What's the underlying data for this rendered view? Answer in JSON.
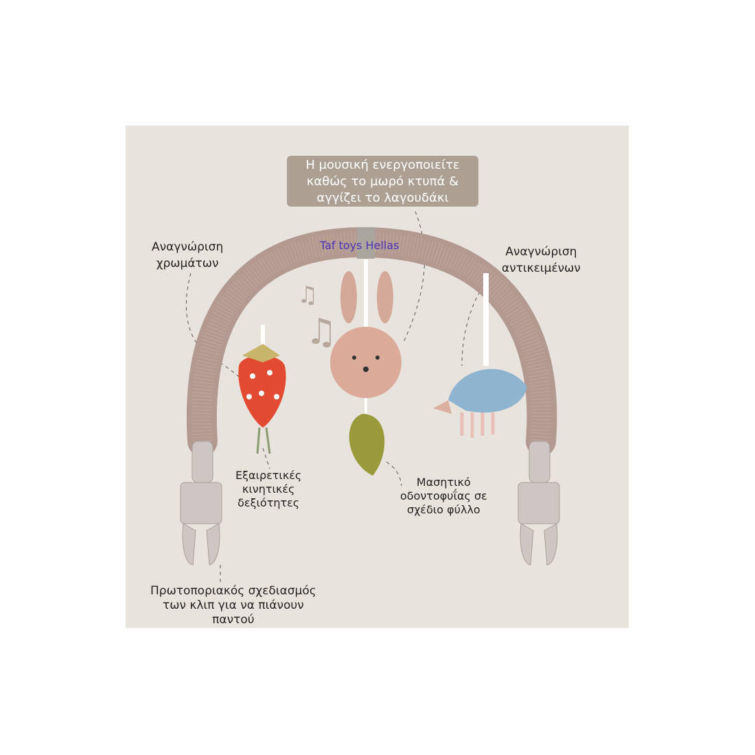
{
  "callouts": {
    "music": [
      "Η μουσική ενεργοποιείτε",
      "καθώς το μωρό κτυπά &",
      "αγγίζει το λαγουδάκι"
    ],
    "colors": [
      "Αναγνώριση",
      "χρωμάτων"
    ],
    "objects": [
      "Αναγνώριση",
      "αντικειμένων"
    ],
    "motor": [
      "Εξαιρετικές",
      "κινητικές",
      "δεξιότητες"
    ],
    "teether": [
      "Μασητικό",
      "οδοντοφυΐας σε",
      "σχέδιο φύλλο"
    ],
    "clips": [
      "Πρωτοποριακός σχεδιασμός",
      "των κλιπ για να πιάνουν",
      "παντού"
    ]
  },
  "brand_watermark": "Taf toys Hellas",
  "colors": {
    "background": "#e9e3dd",
    "bubble": "#ada092",
    "arch": "#b39a90",
    "clip": "#cfc6c3",
    "brand": "#4a34b8"
  }
}
